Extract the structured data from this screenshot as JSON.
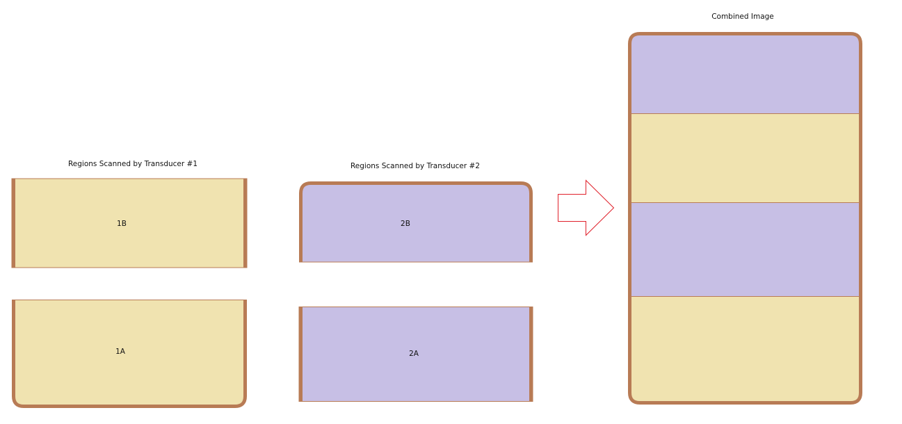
{
  "titles": {
    "transducer1": "Regions Scanned by Transducer #1",
    "transducer2": "Regions Scanned by Transducer #2",
    "combined": "Combined Image"
  },
  "regions": {
    "r1b": "1B",
    "r1a": "1A",
    "r2b": "2B",
    "r2a": "2A"
  },
  "colors": {
    "yellow": "#F0E3B0",
    "purple": "#C7BFE5",
    "border": "#B87B55",
    "arrow": "#E0202A"
  }
}
